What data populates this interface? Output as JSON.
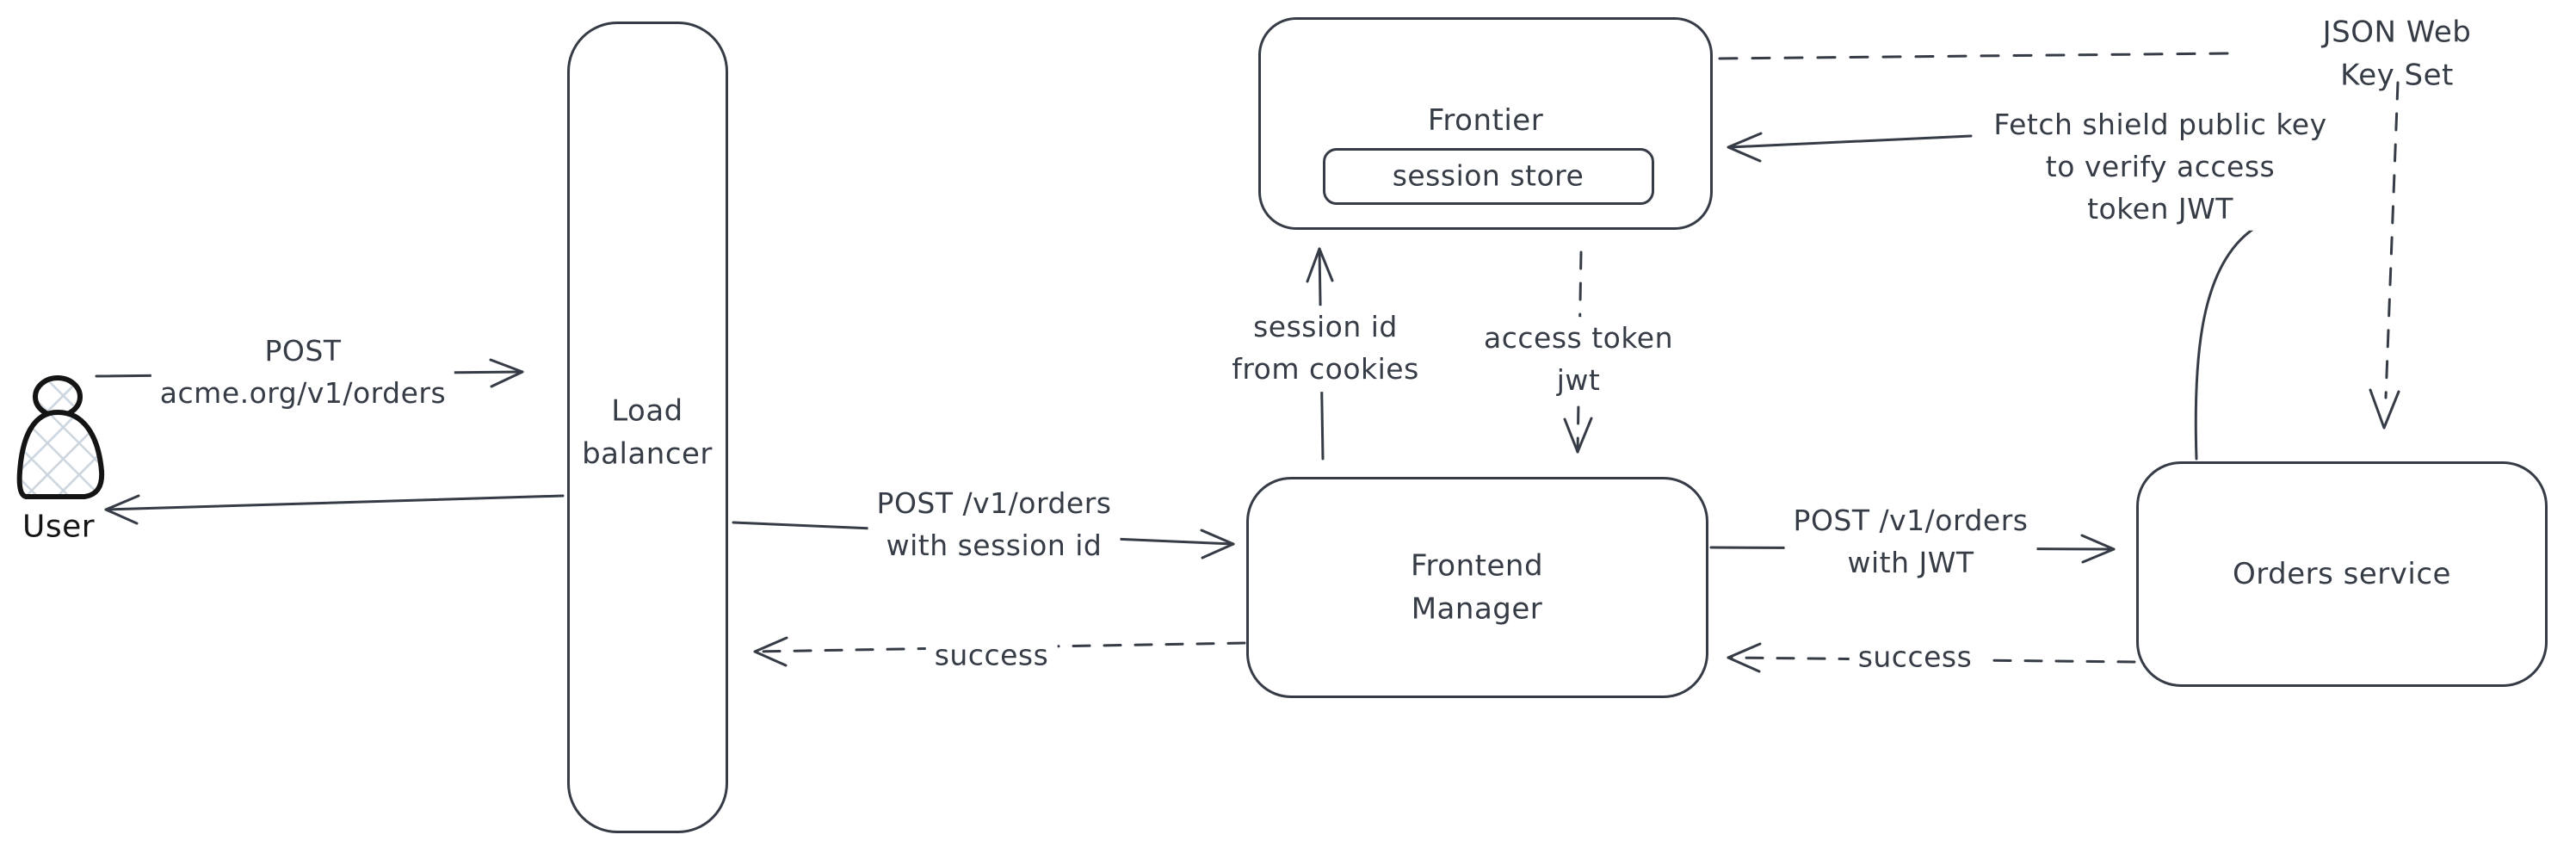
{
  "diagram": {
    "background": "#ffffff",
    "stroke_color": "#363c46",
    "figure_stroke_color": "#141414",
    "hatch_color": "#ccd5de",
    "nodes": {
      "user": {
        "label": "User"
      },
      "load_balancer": {
        "label": "Load\nbalancer"
      },
      "frontier": {
        "label": "Frontier"
      },
      "session_store": {
        "label": "session store"
      },
      "frontend_manager": {
        "label": "Frontend\nManager"
      },
      "orders_service": {
        "label": "Orders service"
      },
      "jwks": {
        "label": "JSON Web Key Set"
      }
    },
    "edges": {
      "user_to_load_balancer": {
        "label": "POST\nacme.org/v1/orders",
        "style": "solid"
      },
      "load_balancer_to_user": {
        "label": "",
        "style": "solid"
      },
      "load_balancer_to_frontend_manager": {
        "label": "POST /v1/orders\nwith session id",
        "style": "solid"
      },
      "frontend_manager_to_load_balancer": {
        "label": "success",
        "style": "dashed"
      },
      "frontend_manager_to_frontier": {
        "label": "session id\nfrom cookies",
        "style": "solid"
      },
      "frontier_to_frontend_manager": {
        "label": "access token\njwt",
        "style": "dashed"
      },
      "frontend_manager_to_orders_service": {
        "label": "POST /v1/orders\nwith JWT",
        "style": "solid"
      },
      "orders_service_to_frontend_manager": {
        "label": "success",
        "style": "dashed"
      },
      "orders_service_to_frontier": {
        "label": "Fetch shield public key\nto verify access\ntoken JWT",
        "style": "solid"
      },
      "frontier_to_jwks": {
        "label": "",
        "style": "dashed"
      },
      "jwks_to_orders_service": {
        "label": "",
        "style": "dashed"
      }
    }
  }
}
